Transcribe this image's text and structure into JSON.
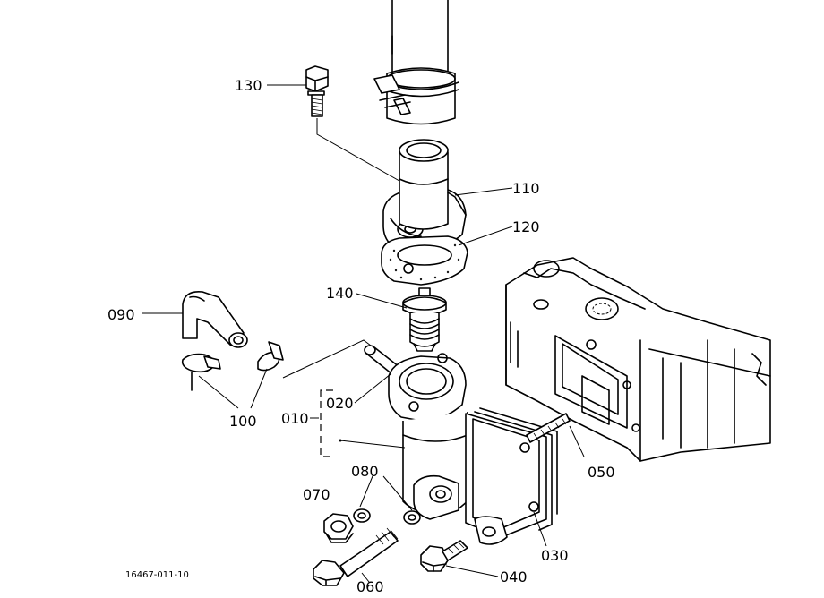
{
  "drawing_code": "16467-011-10",
  "callouts": {
    "c090": "090",
    "c100": "100",
    "c130": "130",
    "c110": "110",
    "c120": "120",
    "c140": "140",
    "c020": "020",
    "c010": "010",
    "c080": "080",
    "c070": "070",
    "c060": "060",
    "c040": "040",
    "c030": "030",
    "c050": "050"
  }
}
